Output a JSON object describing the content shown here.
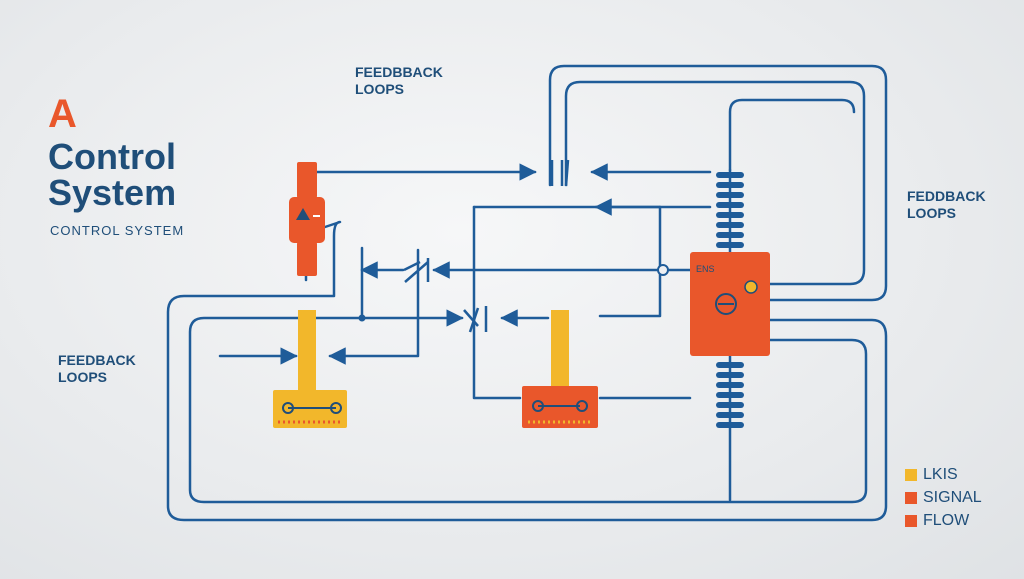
{
  "title": {
    "prefix": "A",
    "line1": "Control",
    "line2": "System",
    "subtitle": "CONTROL  SYSTEM"
  },
  "labels": {
    "top": {
      "line1": "FEEDBBACK",
      "line2": "LOOPS"
    },
    "right": {
      "line1": "FEDDBACK",
      "line2": "LOOPS"
    },
    "left": {
      "line1": "FEEDBACK",
      "line2": "LOOPS"
    }
  },
  "controller": {
    "text": "ENS"
  },
  "legend": [
    {
      "label": "LKIS",
      "color": "#f2b72b"
    },
    {
      "label": "SIGNAL",
      "color": "#e9572b"
    },
    {
      "label": "FLOW",
      "color": "#e9572b"
    }
  ],
  "colors": {
    "wire": "#1f5c99",
    "orange": "#e9572b",
    "yellow": "#f2b72b"
  }
}
